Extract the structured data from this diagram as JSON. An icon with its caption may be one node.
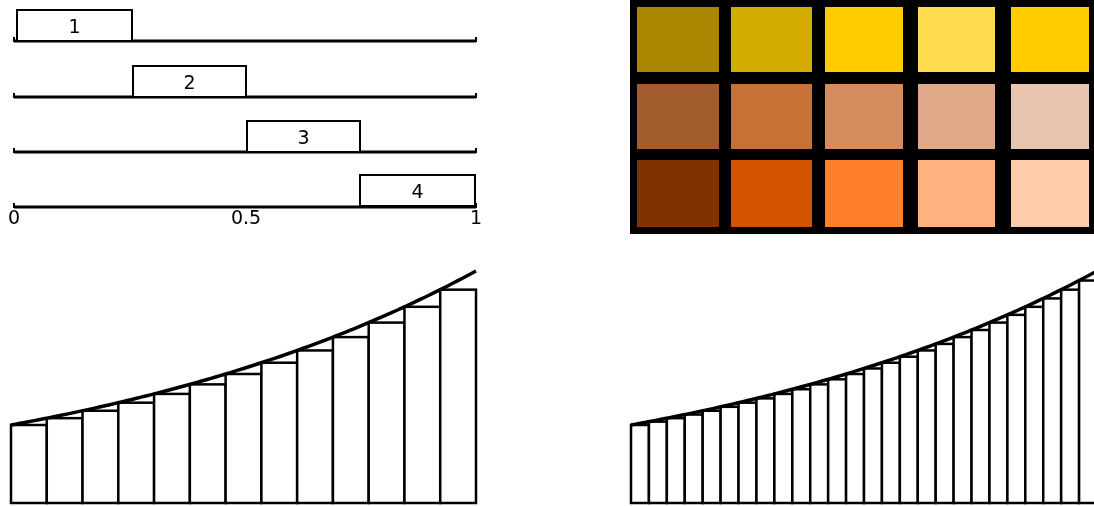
{
  "diagram": {
    "nodes": [
      {
        "text": [
          "1"
        ]
      },
      {
        "text": [
          "2"
        ]
      },
      {
        "text": [
          "3"
        ]
      },
      {
        "text": [
          "4"
        ]
      }
    ],
    "labels": [
      "0",
      "0.5",
      "1"
    ]
  }
}
